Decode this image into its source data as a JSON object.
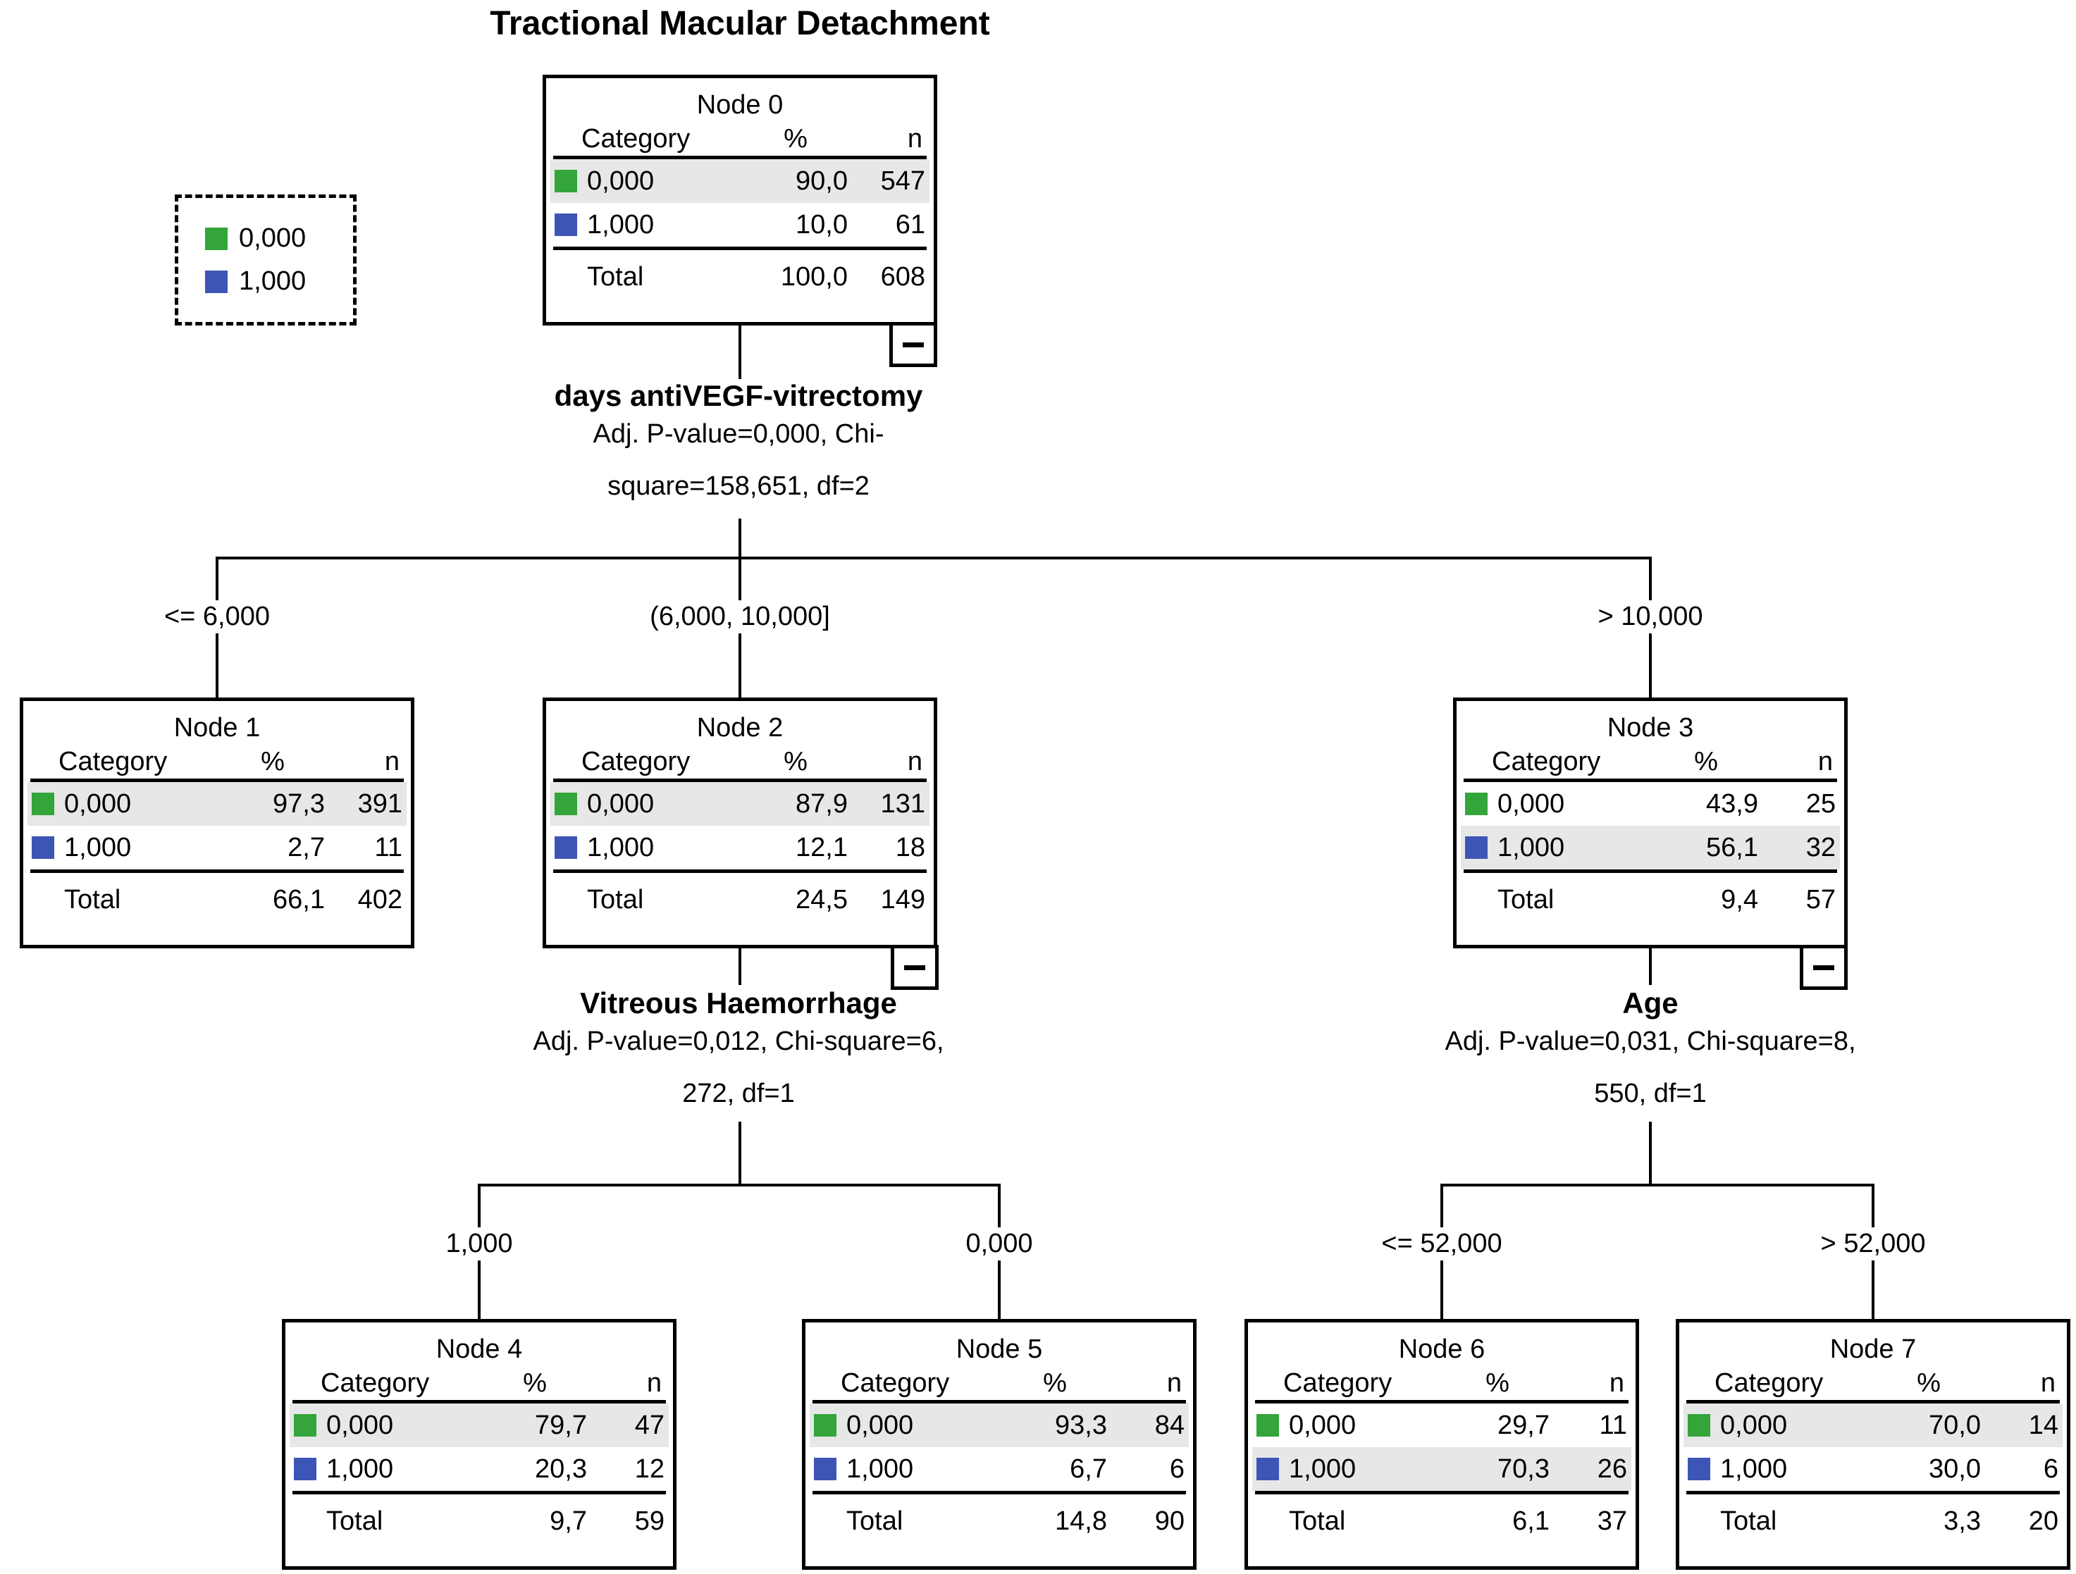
{
  "title": "Tractional Macular Detachment",
  "colors": {
    "green": "#33a53a",
    "blue": "#3d55b5",
    "shade": "#e7e7e7"
  },
  "legend": {
    "items": [
      {
        "label": "0,000",
        "color": "green"
      },
      {
        "label": "1,000",
        "color": "blue"
      }
    ]
  },
  "columns": {
    "category": "Category",
    "percent": "%",
    "n": "n"
  },
  "total_label": "Total",
  "minus_glyph": "collapse",
  "splits": [
    {
      "variable": "days antiVEGF-vitrectomy",
      "stats_line1": "Adj. P-value=0,000, Chi-",
      "stats_line2": "square=158,651, df=2"
    },
    {
      "variable": "Vitreous Haemorrhage",
      "stats_line1": "Adj. P-value=0,012, Chi-square=6,",
      "stats_line2": "272, df=1"
    },
    {
      "variable": "Age",
      "stats_line1": "Adj. P-value=0,031, Chi-square=8,",
      "stats_line2": "550, df=1"
    }
  ],
  "branches": {
    "b1": "<= 6,000",
    "b2": "(6,000, 10,000]",
    "b3": "> 10,000",
    "b4": "1,000",
    "b5": "0,000",
    "b6": "<= 52,000",
    "b7": "> 52,000"
  },
  "nodes": [
    {
      "title": "Node 0",
      "rows": [
        {
          "category": "0,000",
          "percent": "90,0",
          "n": "547"
        },
        {
          "category": "1,000",
          "percent": "10,0",
          "n": "61"
        }
      ],
      "total": {
        "percent": "100,0",
        "n": "608"
      }
    },
    {
      "title": "Node 1",
      "rows": [
        {
          "category": "0,000",
          "percent": "97,3",
          "n": "391"
        },
        {
          "category": "1,000",
          "percent": "2,7",
          "n": "11"
        }
      ],
      "total": {
        "percent": "66,1",
        "n": "402"
      }
    },
    {
      "title": "Node 2",
      "rows": [
        {
          "category": "0,000",
          "percent": "87,9",
          "n": "131"
        },
        {
          "category": "1,000",
          "percent": "12,1",
          "n": "18"
        }
      ],
      "total": {
        "percent": "24,5",
        "n": "149"
      }
    },
    {
      "title": "Node 3",
      "rows": [
        {
          "category": "0,000",
          "percent": "43,9",
          "n": "25"
        },
        {
          "category": "1,000",
          "percent": "56,1",
          "n": "32"
        }
      ],
      "total": {
        "percent": "9,4",
        "n": "57"
      }
    },
    {
      "title": "Node 4",
      "rows": [
        {
          "category": "0,000",
          "percent": "79,7",
          "n": "47"
        },
        {
          "category": "1,000",
          "percent": "20,3",
          "n": "12"
        }
      ],
      "total": {
        "percent": "9,7",
        "n": "59"
      }
    },
    {
      "title": "Node 5",
      "rows": [
        {
          "category": "0,000",
          "percent": "93,3",
          "n": "84"
        },
        {
          "category": "1,000",
          "percent": "6,7",
          "n": "6"
        }
      ],
      "total": {
        "percent": "14,8",
        "n": "90"
      }
    },
    {
      "title": "Node 6",
      "rows": [
        {
          "category": "0,000",
          "percent": "29,7",
          "n": "11"
        },
        {
          "category": "1,000",
          "percent": "70,3",
          "n": "26"
        }
      ],
      "total": {
        "percent": "6,1",
        "n": "37"
      }
    },
    {
      "title": "Node 7",
      "rows": [
        {
          "category": "0,000",
          "percent": "70,0",
          "n": "14"
        },
        {
          "category": "1,000",
          "percent": "30,0",
          "n": "6"
        }
      ],
      "total": {
        "percent": "3,3",
        "n": "20"
      }
    }
  ]
}
